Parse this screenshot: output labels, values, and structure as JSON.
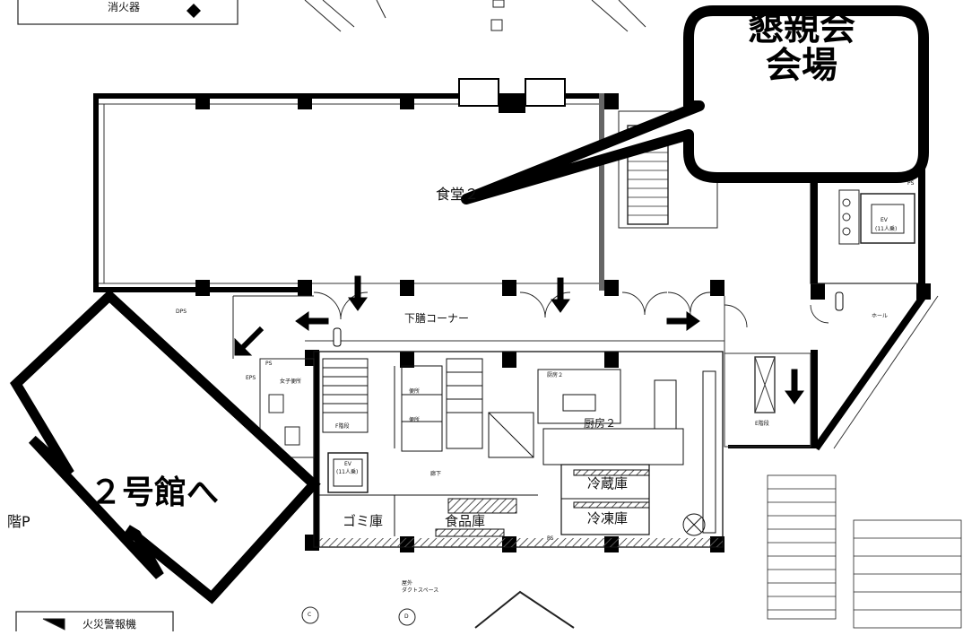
{
  "header": {
    "top_label": "消火器"
  },
  "callout": {
    "line1": "懇親会",
    "line2": "会場"
  },
  "rooms": {
    "dining": "食堂２",
    "corner": "下膳コーナー",
    "kitchen": "厨房２",
    "fridge": "冷蔵庫",
    "freezer": "冷凍庫",
    "garbage": "ゴミ庫",
    "food": "食品庫",
    "hall": "ホール",
    "womens_toilet": "女子便所",
    "ev_main": "EV",
    "ev_main_cap": "(11人乗)",
    "ev_left": "EV",
    "ev_left_cap": "(11人乗)",
    "stair_f": "F階段",
    "stair_e": "E階段",
    "corridor": "廊下",
    "kitchen_small": "厨房２",
    "dps": "DPS",
    "eps": "EPS",
    "ps_left": "PS",
    "ps_right": "PS",
    "ps_bottom": "PS",
    "duct": "屋外",
    "duct2": "ダクトスペース",
    "gridC": "C",
    "gridD": "D",
    "partial_left": "階P",
    "alarm": "火災警報機",
    "toilet_a": "便所",
    "toilet_b": "便所"
  },
  "arrow_label": "２号館へ",
  "colors": {
    "ink": "#111111",
    "paper": "#ffffff",
    "hatch": "#555555"
  },
  "icons": [
    "fire-extinguisher-icon",
    "down-arrow-icon",
    "left-arrow-icon",
    "right-arrow-icon",
    "elevator-icon"
  ]
}
